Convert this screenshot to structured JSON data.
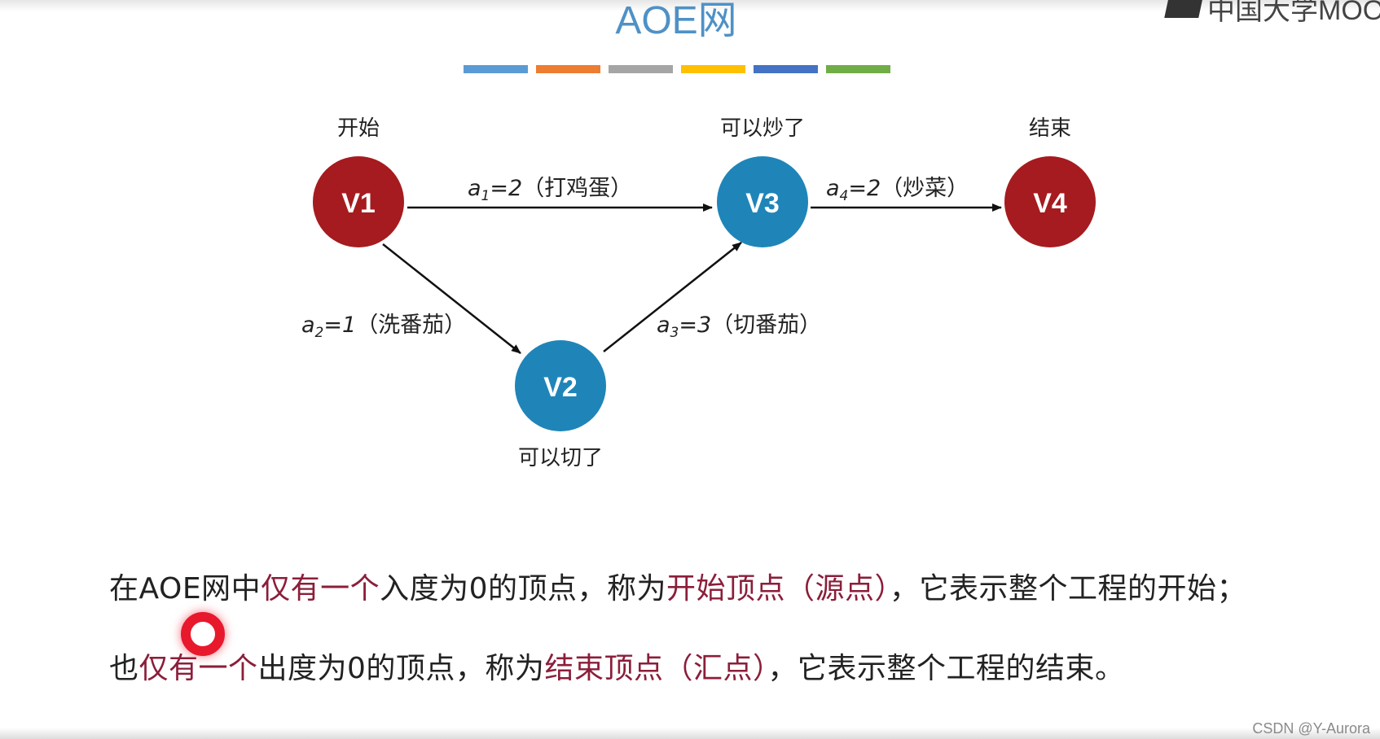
{
  "title": "AOE网",
  "logo_text": "中国大学MOOC",
  "stripe_colors": [
    "#5b9bd5",
    "#ed7d31",
    "#a5a5a5",
    "#ffc000",
    "#4472c4",
    "#70ad47"
  ],
  "colors": {
    "red_node": "#a51b1f",
    "blue_node": "#1f85b8",
    "accent_text": "#8b1e3a"
  },
  "diagram": {
    "nodes": [
      {
        "id": "V1",
        "label": "V1",
        "caption": "开始"
      },
      {
        "id": "V2",
        "label": "V2",
        "caption": "可以切了"
      },
      {
        "id": "V3",
        "label": "V3",
        "caption": "可以炒了"
      },
      {
        "id": "V4",
        "label": "V4",
        "caption": "结束"
      }
    ],
    "edges": [
      {
        "from": "V1",
        "to": "V3",
        "var": "a",
        "sub": "1",
        "value": "=2",
        "desc": "（打鸡蛋）"
      },
      {
        "from": "V1",
        "to": "V2",
        "var": "a",
        "sub": "2",
        "value": "=1",
        "desc": "（洗番茄）"
      },
      {
        "from": "V2",
        "to": "V3",
        "var": "a",
        "sub": "3",
        "value": "=3",
        "desc": "（切番茄）"
      },
      {
        "from": "V3",
        "to": "V4",
        "var": "a",
        "sub": "4",
        "value": "=2",
        "desc": "（炒菜）"
      }
    ]
  },
  "line1": {
    "p1": "在AOE网中",
    "r1": "仅有一个",
    "p2": "入度为0的顶点，称为",
    "r2": "开始顶点（源点）",
    "p3": "，它表示整个工程的开始；"
  },
  "line2": {
    "p1": "也",
    "r1": "仅有一个",
    "p2": "出度为0的顶点，称为",
    "r2": "结束顶点（汇点）",
    "p3": "，它表示整个工程的结束。"
  },
  "watermark": "CSDN @Y-Aurora"
}
